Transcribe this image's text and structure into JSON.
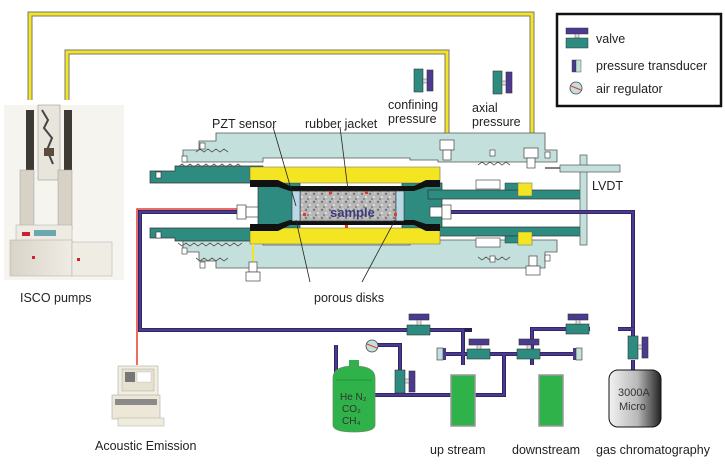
{
  "title": "Triaxial core flooding apparatus schematic",
  "colors": {
    "yellow_line": "#f4e523",
    "purple_line": "#4b3a8f",
    "teal": "#2e8b80",
    "light_teal": "#c3e0dc",
    "red_line": "#e33b2e",
    "green_tank": "#2fb24a",
    "black_jacket": "#111111"
  },
  "legend": {
    "items": [
      {
        "icon": "valve-icon",
        "label": "valve"
      },
      {
        "icon": "pressure-transducer-icon",
        "label": "pressure transducer"
      },
      {
        "icon": "air-regulator-icon",
        "label": "air regulator"
      }
    ]
  },
  "labels": {
    "isco": "ISCO pumps",
    "pzt": "PZT sensor",
    "rubber_jacket": "rubber jacket",
    "confining_1": "confining",
    "confining_2": "pressure",
    "axial_1": "axial",
    "axial_2": "pressure",
    "lvdt": "LVDT",
    "sample": "sample",
    "porous_disks": "porous disks",
    "acoustic": "Acoustic Emission",
    "upstream": "up stream",
    "downstream": "downstream",
    "gc": "gas chromatography",
    "gc_model_1": "3000A",
    "gc_model_2": "Micro",
    "gas_1": "He N₂",
    "gas_2": "CO₂",
    "gas_3": "CH₄"
  }
}
